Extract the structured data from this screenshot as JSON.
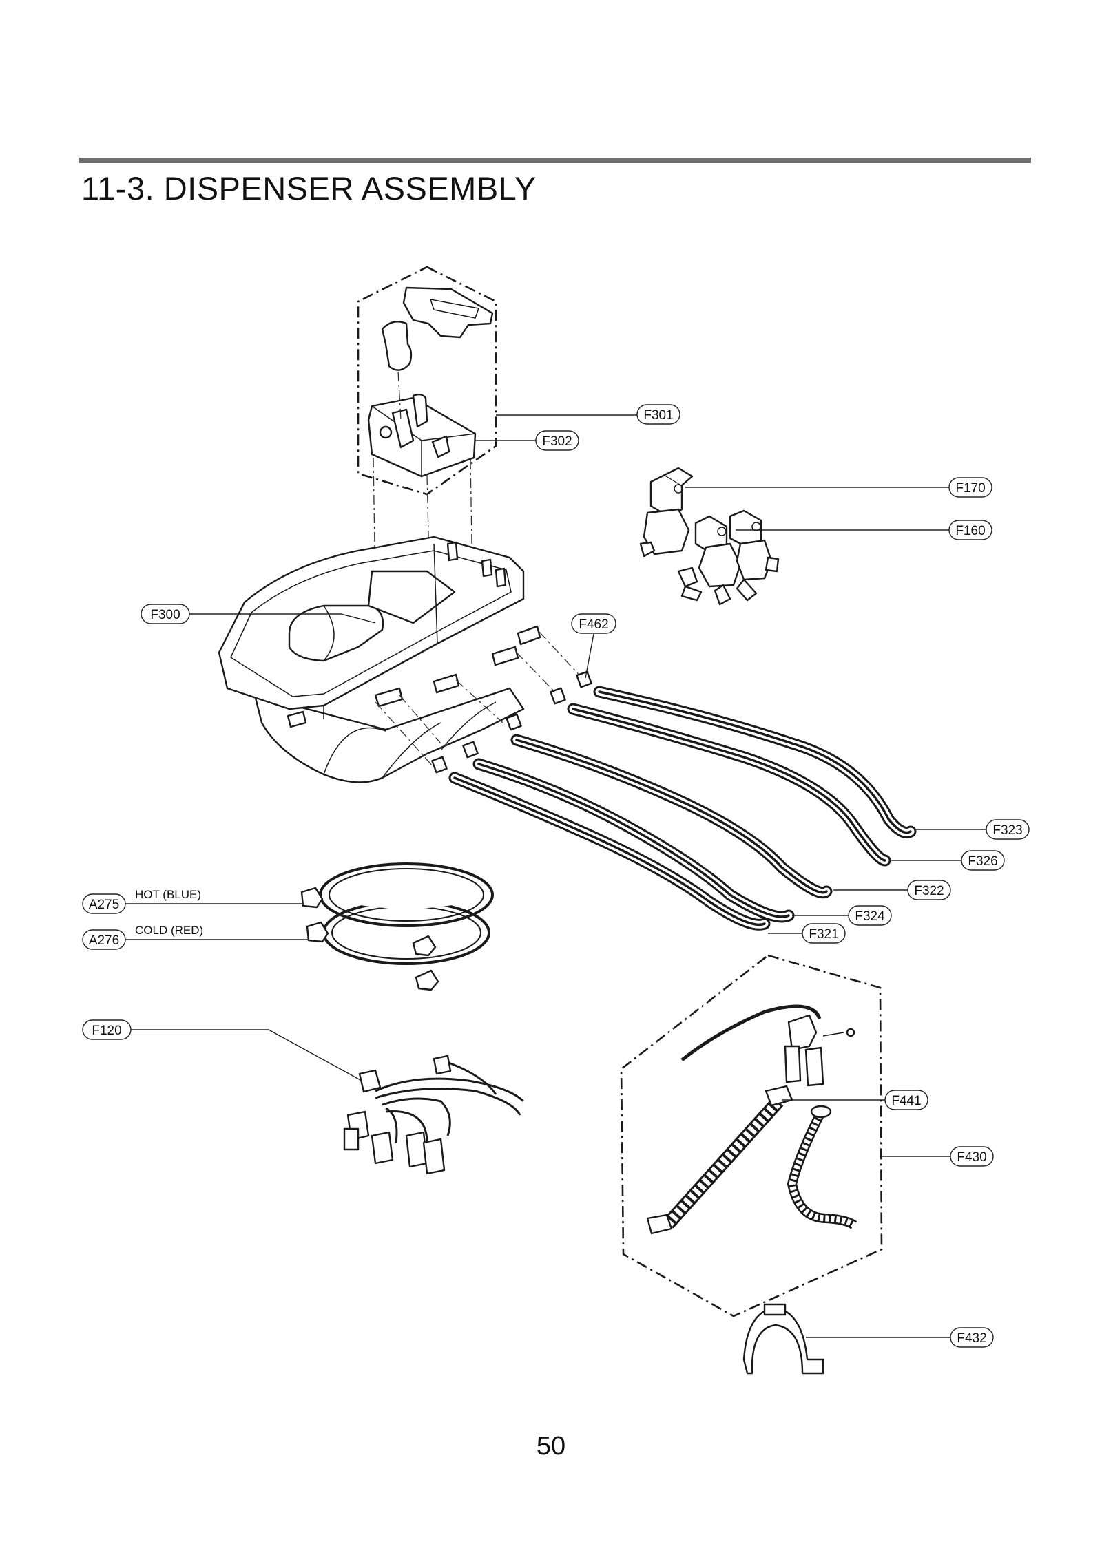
{
  "header": {
    "title": "11-3. DISPENSER ASSEMBLY"
  },
  "callouts": {
    "F301": "F301",
    "F302": "F302",
    "F170": "F170",
    "F160": "F160",
    "F300": "F300",
    "F462": "F462",
    "F323": "F323",
    "F326": "F326",
    "F322": "F322",
    "F324": "F324",
    "F321": "F321",
    "A275": "A275",
    "A276": "A276",
    "F120": "F120",
    "F441": "F441",
    "F430": "F430",
    "F432": "F432"
  },
  "notes": {
    "hot": "HOT (BLUE)",
    "cold": "COLD (RED)"
  },
  "footer": {
    "page_number": "50"
  }
}
